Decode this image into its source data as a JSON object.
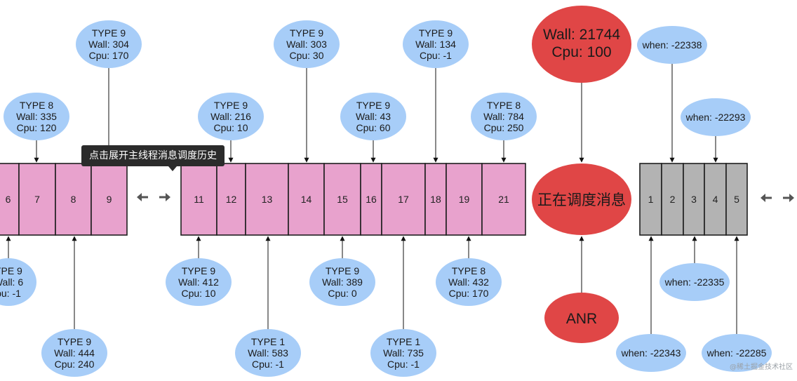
{
  "colors": {
    "queue_fill": "#e8a2cd",
    "pending_fill": "#b3b3b3",
    "bubble_blue": "#a7cdf8",
    "bubble_red": "#e04646",
    "stroke": "#1f1f1f",
    "arrow": "#555555"
  },
  "tooltip": "点击展开主线程消息调度历史",
  "watermark": "@稀土掘金技术社区",
  "scheduling": "正在调度消息",
  "anr": "ANR",
  "anr_info": {
    "wall": "Wall: 21744",
    "cpu": "Cpu: 100"
  },
  "history_cells": [
    "6",
    "7",
    "8",
    "9"
  ],
  "current_cells": [
    "11",
    "12",
    "13",
    "14",
    "15",
    "16",
    "17",
    "18",
    "19",
    "21"
  ],
  "pending_cells": [
    "1",
    "2",
    "3",
    "4",
    "5"
  ],
  "bubbles": [
    {
      "l": [
        "TYPE 9",
        "Wall: 304",
        "Cpu: 170"
      ]
    },
    {
      "l": [
        "TYPE 8",
        "Wall: 335",
        "Cpu: 120"
      ]
    },
    {
      "l": [
        "TYPE 9",
        "Wall: 216",
        "Cpu: 10"
      ]
    },
    {
      "l": [
        "TYPE 9",
        "Wall: 303",
        "Cpu: 30"
      ]
    },
    {
      "l": [
        "TYPE 9",
        "Wall: 43",
        "Cpu: 60"
      ]
    },
    {
      "l": [
        "TYPE 9",
        "Wall: 134",
        "Cpu: -1"
      ]
    },
    {
      "l": [
        "TYPE 8",
        "Wall: 784",
        "Cpu: 250"
      ]
    },
    {
      "l": [
        "YPE 9",
        "Wall: 6",
        "pu: -1"
      ]
    },
    {
      "l": [
        "TYPE 9",
        "Wall: 412",
        "Cpu: 10"
      ]
    },
    {
      "l": [
        "TYPE 9",
        "Wall: 389",
        "Cpu: 0"
      ]
    },
    {
      "l": [
        "TYPE 8",
        "Wall: 432",
        "Cpu: 170"
      ]
    },
    {
      "l": [
        "TYPE 9",
        "Wall: 444",
        "Cpu: 240"
      ]
    },
    {
      "l": [
        "TYPE 1",
        "Wall: 583",
        "Cpu: -1"
      ]
    },
    {
      "l": [
        "TYPE 1",
        "Wall: 735",
        "Cpu: -1"
      ]
    },
    {
      "l": [
        "when: -22338"
      ]
    },
    {
      "l": [
        "when: -22293"
      ]
    },
    {
      "l": [
        "when: -22335"
      ]
    },
    {
      "l": [
        "when: -22343"
      ]
    },
    {
      "l": [
        "when: -22285"
      ]
    }
  ]
}
